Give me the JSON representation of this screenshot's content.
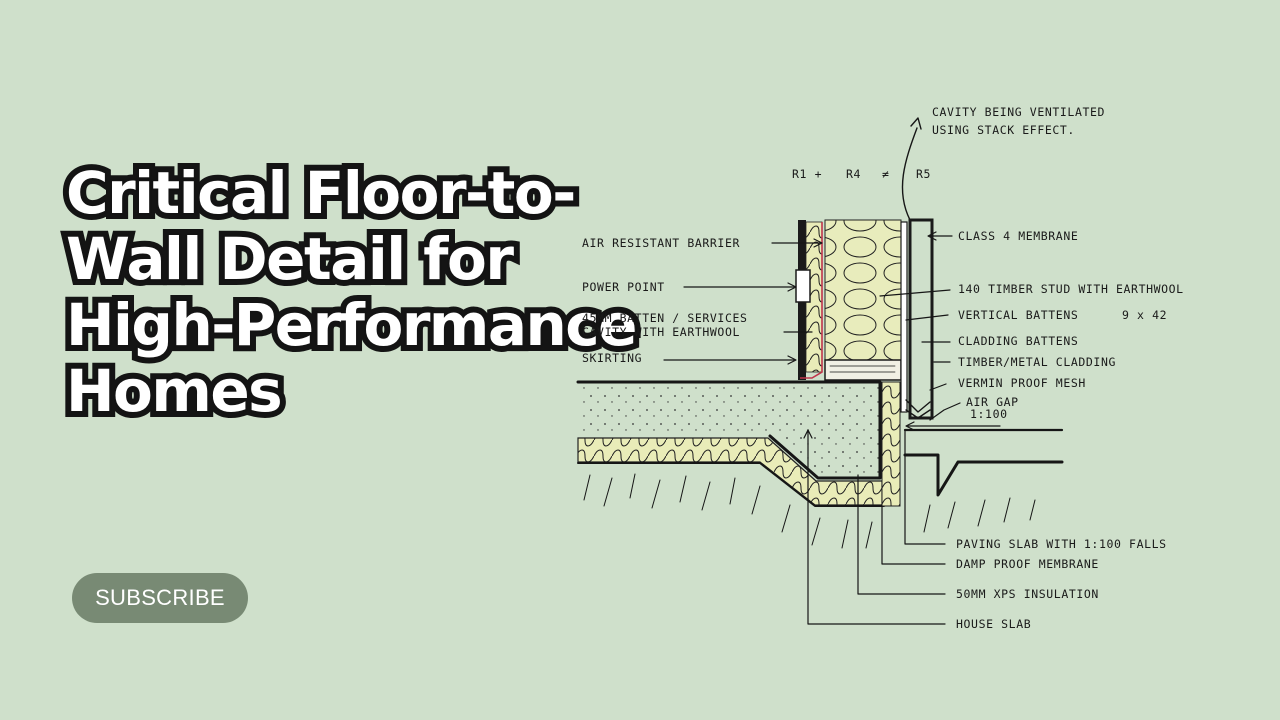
{
  "headline": {
    "lines": [
      "Critical Floor-to-",
      "Wall Detail for",
      "High-Performance",
      "Homes"
    ]
  },
  "subscribe_label": "SUBSCRIBE",
  "diagram": {
    "top_note": [
      "CAVITY BEING VENTILATED",
      "USING STACK EFFECT."
    ],
    "ratings": {
      "r1": "R1 +",
      "r4": "R4",
      "ne": "≠",
      "r5": "R5"
    },
    "left_labels": {
      "air_resistant_barrier": "AIR RESISTANT BARRIER",
      "power_point": "POWER POINT",
      "batten_1": "45MM BATTEN / SERVICES",
      "batten_2": "CAVITY WITH EARTHWOOL",
      "skirting": "SKIRTING"
    },
    "right_labels": {
      "class4": "CLASS 4 MEMBRANE",
      "stud": "140 TIMBER STUD WITH EARTHWOOL",
      "vertical_battens": "VERTICAL BATTENS",
      "vertical_battens_size": "9 x 42",
      "cladding_battens": "CLADDING BATTENS",
      "cladding": "TIMBER/METAL CLADDING",
      "vermin": "VERMIN PROOF MESH",
      "air_gap": "AIR GAP",
      "air_gap_ratio": "1:100"
    },
    "bottom_labels": {
      "paving": "PAVING SLAB WITH 1:100 FALLS",
      "damp": "DAMP PROOF MEMBRANE",
      "xps": "50MM XPS INSULATION",
      "slab": "HOUSE SLAB"
    }
  }
}
